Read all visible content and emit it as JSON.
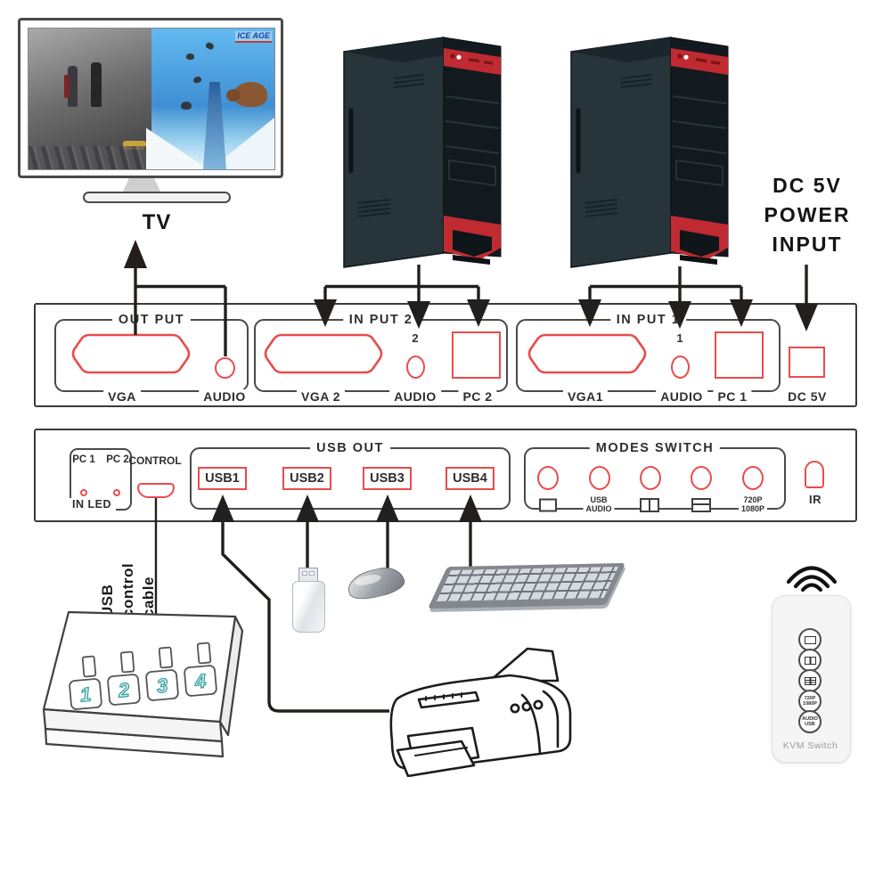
{
  "tv": {
    "label": "TV",
    "logo_text": "ICE AGE"
  },
  "power_input": {
    "lines": [
      "DC 5V",
      "POWER",
      "INPUT"
    ]
  },
  "rear_panel": {
    "output": {
      "title": "OUT PUT",
      "vga": "VGA",
      "audio": "AUDIO"
    },
    "input2": {
      "title": "IN PUT 2",
      "vga": "VGA 2",
      "num": "2",
      "audio": "AUDIO",
      "pc": "PC 2"
    },
    "input1": {
      "title": "IN PUT 1",
      "vga": "VGA1",
      "num": "1",
      "audio": "AUDIO",
      "pc": "PC 1"
    },
    "dc": "DC 5V"
  },
  "front_panel": {
    "in_led": {
      "pc1": "PC 1",
      "pc2": "PC 2",
      "label": "IN LED"
    },
    "control": "CONTROL",
    "usb_out": {
      "title": "USB OUT",
      "ports": [
        "USB1",
        "USB2",
        "USB3",
        "USB4"
      ]
    },
    "modes": {
      "title": "MODES SWITCH",
      "usb_audio": [
        "USB",
        "AUDIO"
      ],
      "res": [
        "720P",
        "1080P"
      ]
    },
    "ir": "IR"
  },
  "control_box": {
    "cable_label": [
      "USB",
      "control",
      "cable"
    ],
    "keys": [
      "1",
      "2",
      "3",
      "4"
    ]
  },
  "remote": {
    "label": "KVM Switch",
    "res": [
      "720P",
      "1080P"
    ],
    "usb_audio": [
      "AUDIO",
      "USB"
    ]
  },
  "colors": {
    "port-red": "#e84c4c",
    "line-dark": "#231f1c",
    "teal": "#2f9e9e",
    "tower-red": "#bf2b30",
    "panel-border": "#3a3a3a"
  }
}
